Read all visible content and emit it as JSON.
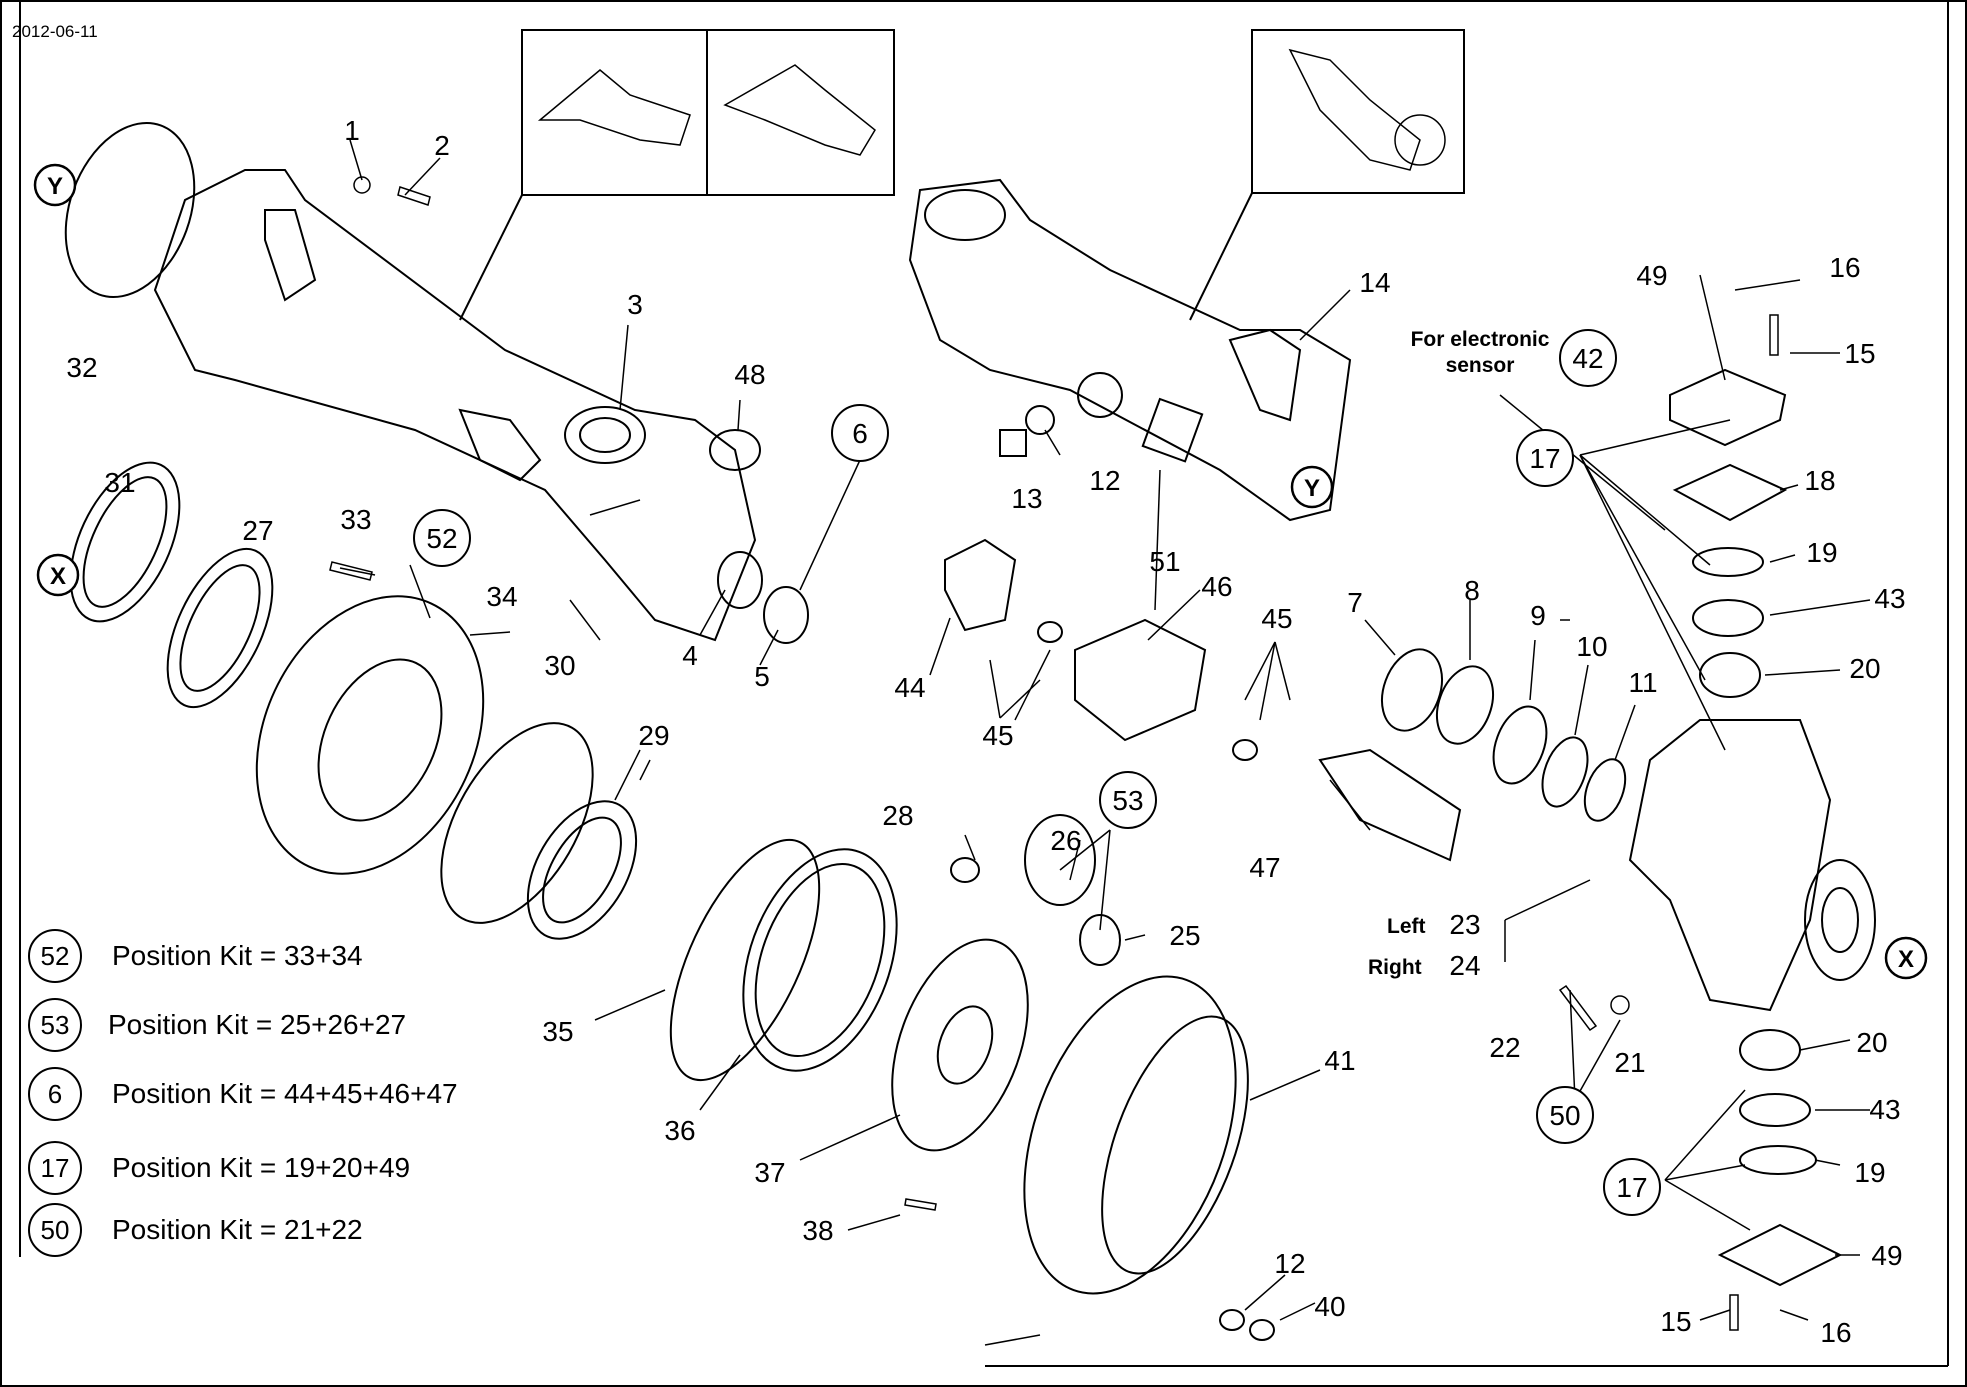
{
  "date": "2012-06-11",
  "note": {
    "line1": "For electronic",
    "line2": "sensor"
  },
  "side_labels": {
    "left": "Left",
    "right": "Right"
  },
  "kits": [
    {
      "num": "52",
      "text": "Position Kit = 33+34"
    },
    {
      "num": "53",
      "text": "Position Kit = 25+26+27"
    },
    {
      "num": "6",
      "text": "Position Kit = 44+45+46+47"
    },
    {
      "num": "17",
      "text": "Position Kit = 19+20+49"
    },
    {
      "num": "50",
      "text": "Position Kit = 21+22"
    }
  ],
  "refs": {
    "x": "X",
    "y": "Y"
  },
  "parts": {
    "p1": "1",
    "p2": "2",
    "p3": "3",
    "p4": "4",
    "p5": "5",
    "p6": "6",
    "p7": "7",
    "p8": "8",
    "p9": "9",
    "p10": "10",
    "p11": "11",
    "p12": "12",
    "p13": "13",
    "p14": "14",
    "p15": "15",
    "p16": "16",
    "p17": "17",
    "p18": "18",
    "p19": "19",
    "p20": "20",
    "p21": "21",
    "p22": "22",
    "p23": "23",
    "p24": "24",
    "p25": "25",
    "p26": "26",
    "p27": "27",
    "p28": "28",
    "p29": "29",
    "p30": "30",
    "p31": "31",
    "p32": "32",
    "p33": "33",
    "p34": "34",
    "p35": "35",
    "p36": "36",
    "p37": "37",
    "p38": "38",
    "p40": "40",
    "p41": "41",
    "p42": "42",
    "p43": "43",
    "p44": "44",
    "p45": "45",
    "p46": "46",
    "p47": "47",
    "p48": "48",
    "p49": "49",
    "p50": "50",
    "p51": "51",
    "p52": "52",
    "p53": "53"
  }
}
